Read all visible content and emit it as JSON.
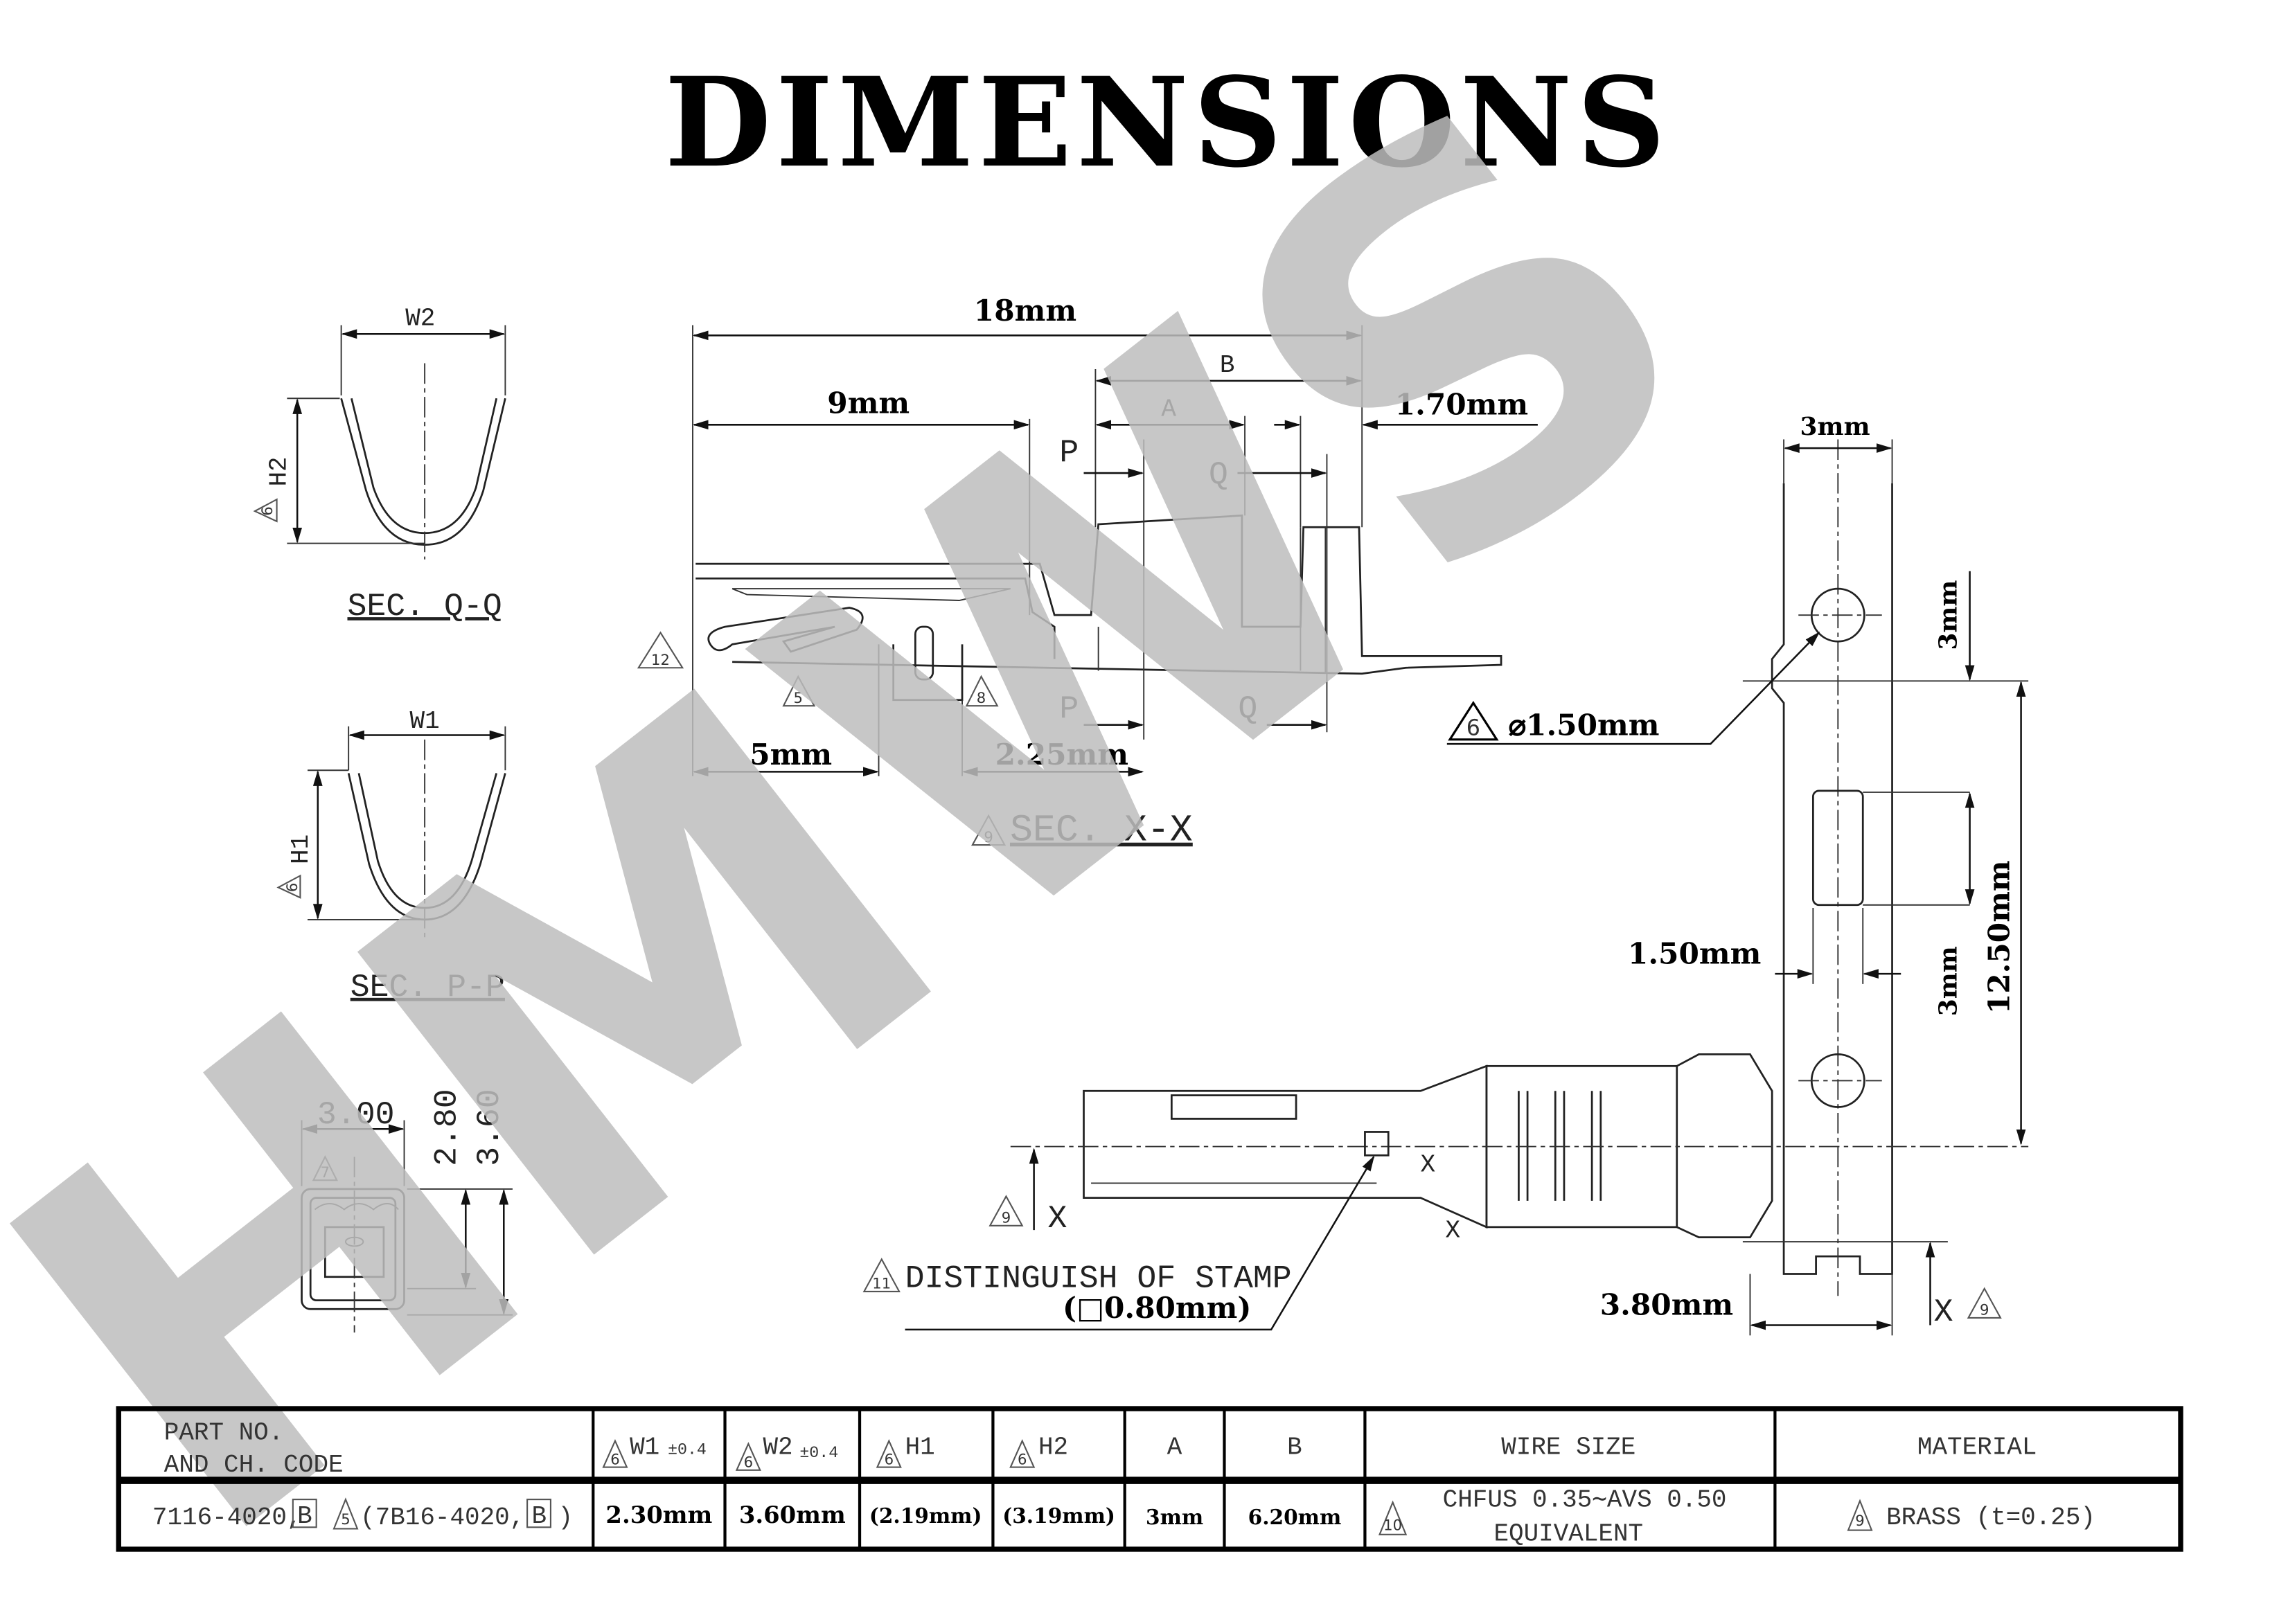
{
  "title": "DIMENSIONS",
  "watermark": "HMWS",
  "sections": {
    "qq": {
      "width_label": "W2",
      "height_label": "H2",
      "note": "6",
      "caption": "SEC. Q-Q"
    },
    "pp": {
      "width_label": "W1",
      "height_label": "H1",
      "note": "6",
      "caption": "SEC. P-P"
    },
    "front": {
      "width": "3.00",
      "height1": "2.80",
      "height2": "3.60",
      "note": "7"
    },
    "xx": {
      "overall": "18mm",
      "b": "B",
      "a": "A",
      "half": "9mm",
      "tip": "1.70mm",
      "p": "P",
      "q": "Q",
      "left": "5mm",
      "gap": "2.25mm",
      "note12": "12",
      "note5": "5",
      "note8": "8",
      "note9": "9",
      "caption": "SEC. X-X"
    },
    "carrier": {
      "width": "3mm",
      "pitch_top": "3mm",
      "hole_note": "6",
      "hole": "⌀1.50mm",
      "slot": "1.50mm",
      "slot_len": "3mm",
      "pitch": "12.50mm",
      "offset": "3.80mm",
      "x_label": "X",
      "x_note": "9"
    },
    "plan": {
      "x_label": "X",
      "x_note": "9",
      "stamp_note": "11",
      "stamp": "DISTINGUISH OF STAMP",
      "stamp_size": "(□0.80mm)"
    }
  },
  "table": {
    "headers": {
      "part": [
        "PART NO.",
        "AND CH. CODE"
      ],
      "w1": "W1",
      "w1_tol": "±0.4",
      "w2": "W2",
      "w2_tol": "±0.4",
      "h1": "H1",
      "h2": "H2",
      "a": "A",
      "b": "B",
      "wire": "WIRE SIZE",
      "material": "MATERIAL",
      "note": "6"
    },
    "row": {
      "part": "7116-4020,",
      "part_code": "B",
      "alt_note": "5",
      "alt_part": "(7B16-4020,",
      "alt_code": "B",
      "alt_close": ")",
      "w1": "2.30mm",
      "w2": "3.60mm",
      "h1": "(2.19mm)",
      "h2": "(3.19mm)",
      "a": "3mm",
      "b": "6.20mm",
      "wire_note": "10",
      "wire": [
        "CHFUS 0.35∼AVS 0.50",
        "EQUIVALENT"
      ],
      "material_note": "9",
      "material": "BRASS (t=0.25)"
    }
  }
}
